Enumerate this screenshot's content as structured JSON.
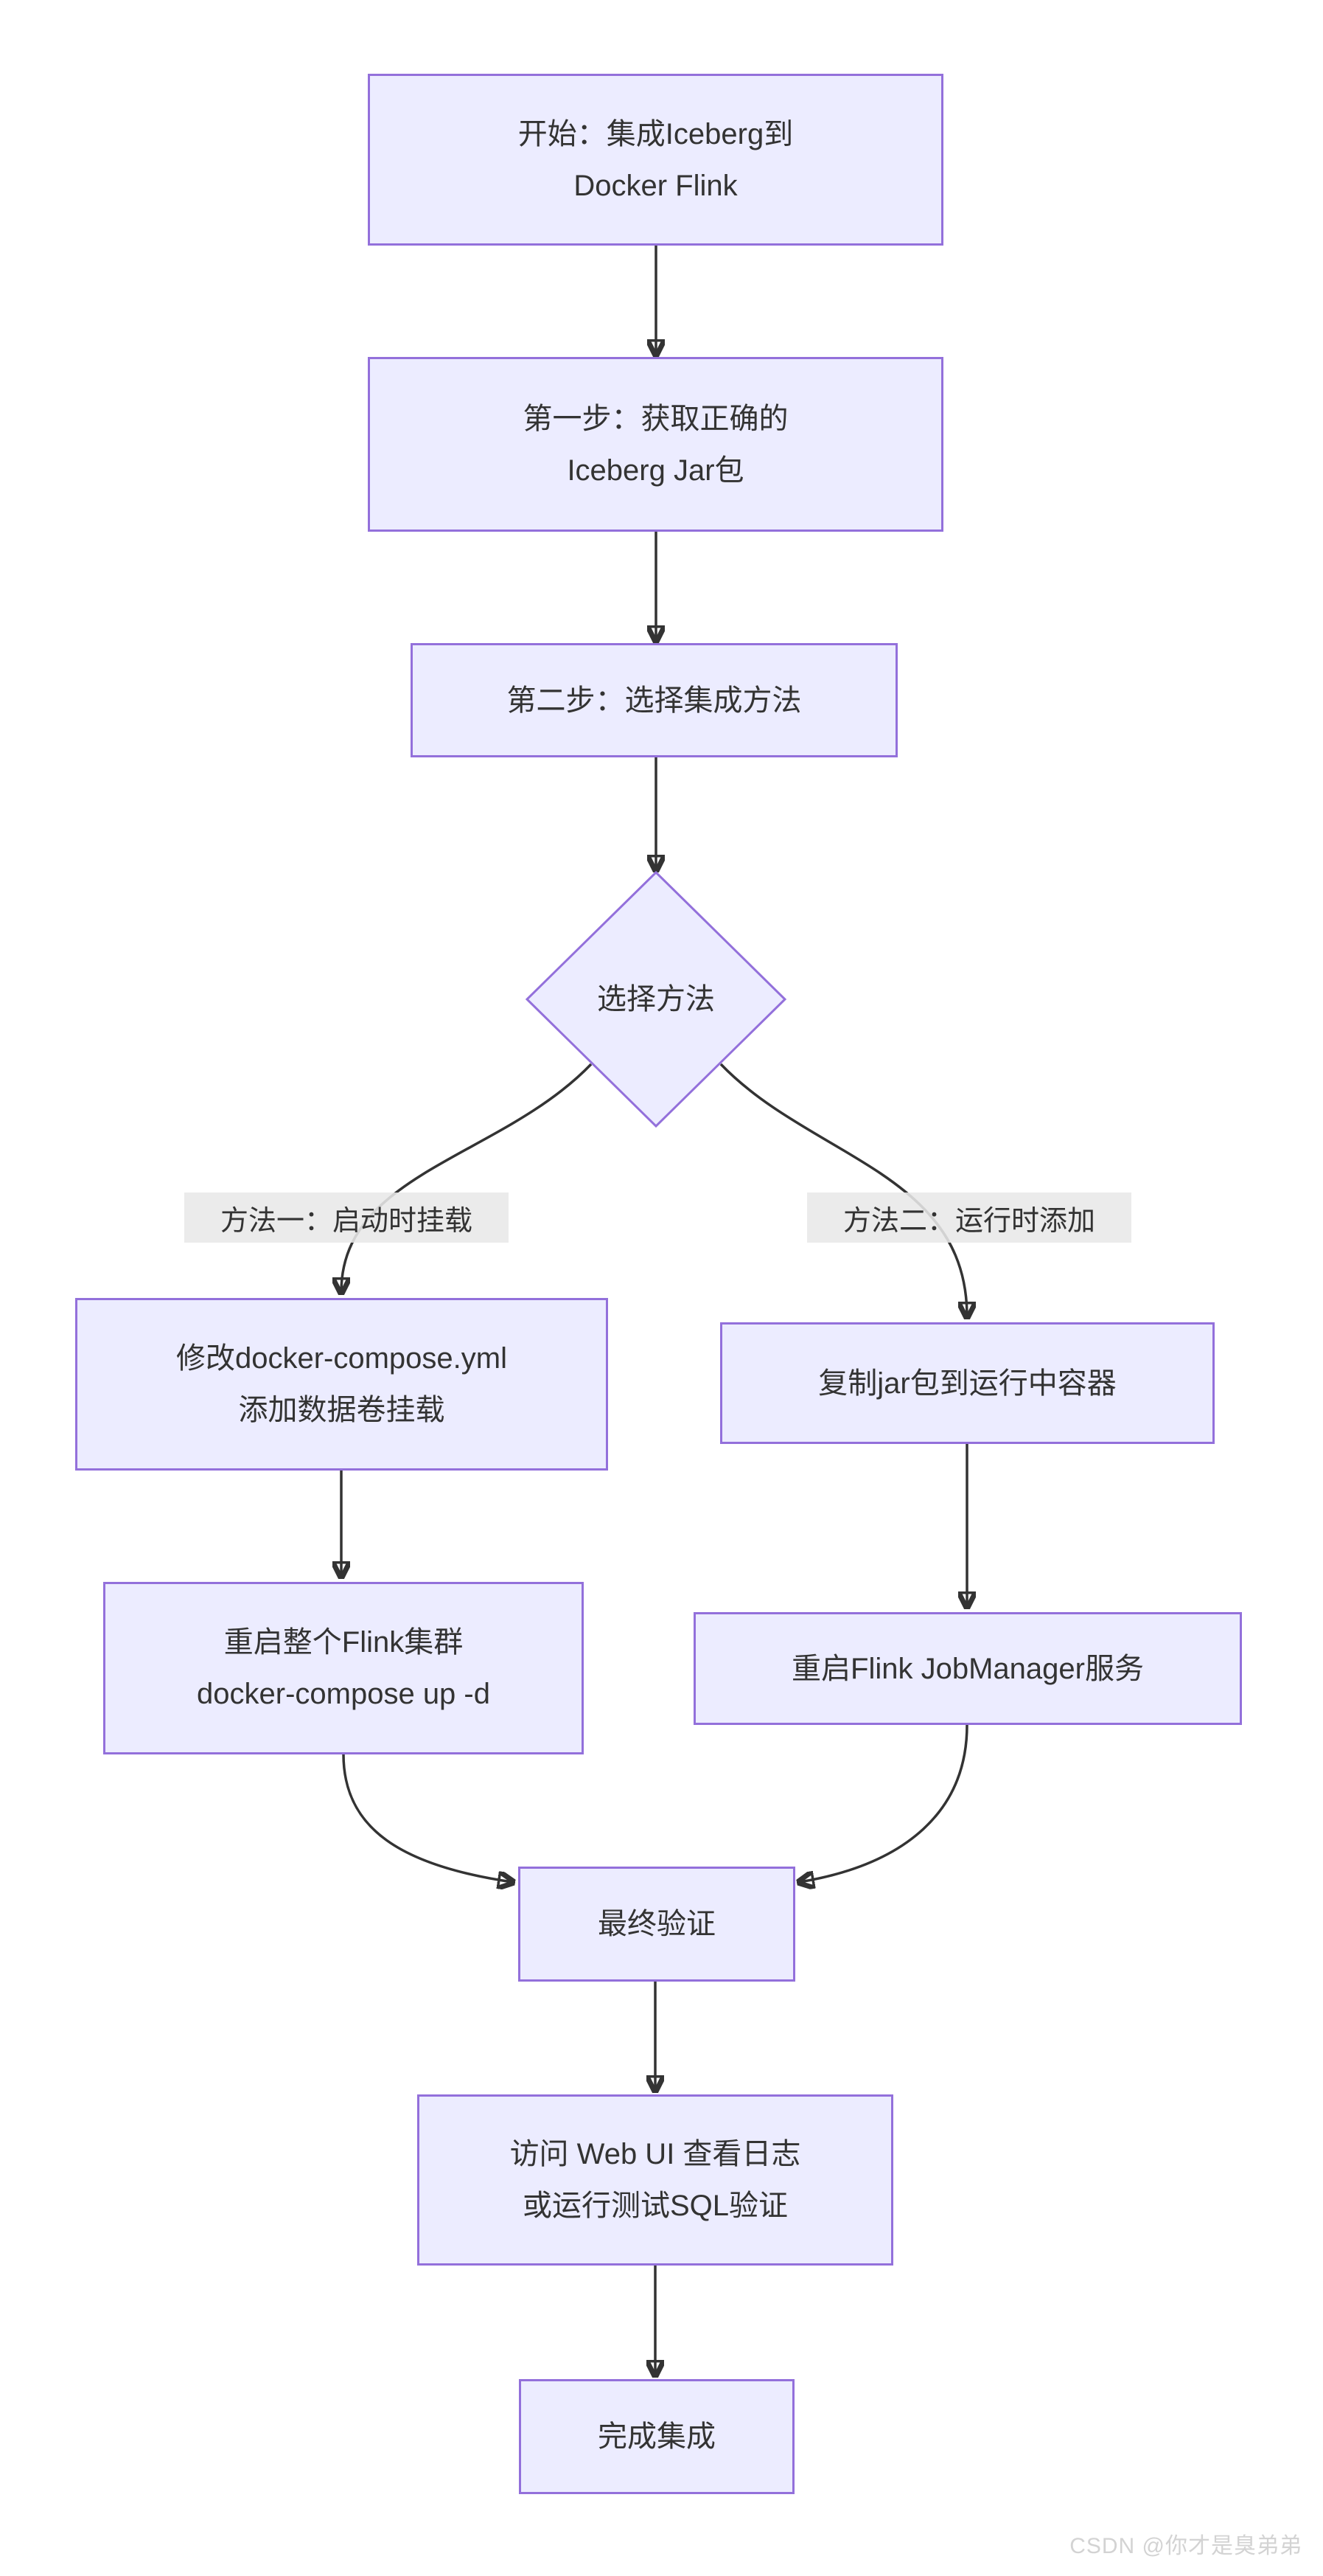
{
  "diagram": {
    "nodes": {
      "start": {
        "label": "开始：集成Iceberg到\nDocker Flink"
      },
      "step1": {
        "label": "第一步：获取正确的\nIceberg Jar包"
      },
      "step2": {
        "label": "第二步：选择集成方法"
      },
      "decision": {
        "label": "选择方法"
      },
      "method1_step1": {
        "label": "修改docker-compose.yml\n添加数据卷挂载"
      },
      "method1_step2": {
        "label": "重启整个Flink集群\ndocker-compose up -d"
      },
      "method2_step1": {
        "label": "复制jar包到运行中容器"
      },
      "method2_step2": {
        "label": "重启Flink JobManager服务"
      },
      "verify": {
        "label": "最终验证"
      },
      "verify_detail": {
        "label": "访问 Web UI 查看日志\n或运行测试SQL验证"
      },
      "done": {
        "label": "完成集成"
      }
    },
    "edge_labels": {
      "method1": "方法一：启动时挂载",
      "method2": "方法二：运行时添加"
    },
    "colors": {
      "node_fill": "#ECECFF",
      "node_border": "#9370DB",
      "line": "#333333",
      "text": "#333333",
      "edge_label_bg": "#E8E8E8"
    }
  },
  "watermark": "CSDN @你才是臭弟弟"
}
